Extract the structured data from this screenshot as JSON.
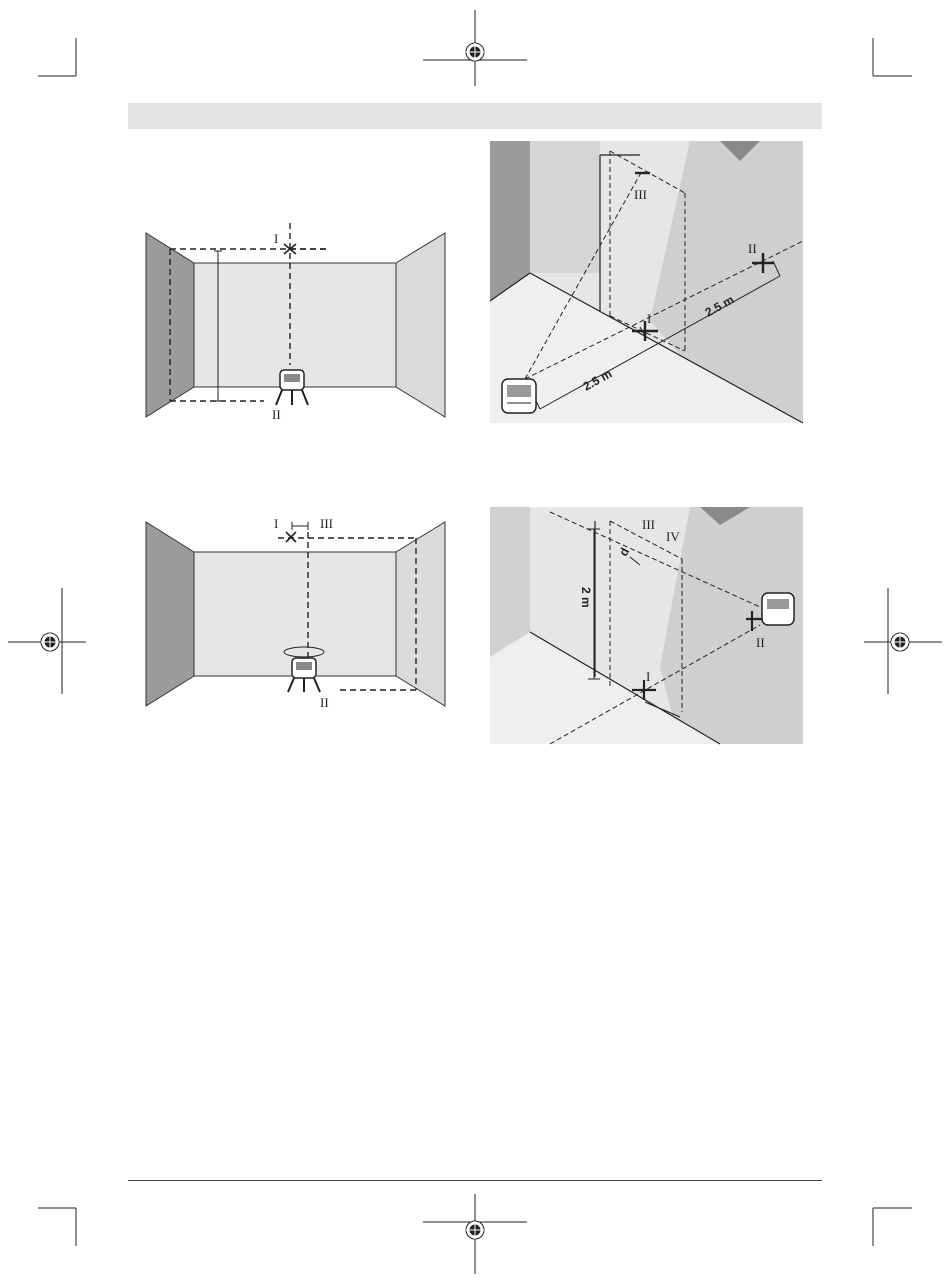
{
  "figures": {
    "fig1": {
      "label_top": "I",
      "label_bottom": "II"
    },
    "fig2": {
      "label_top": "III",
      "label_right": "II",
      "label_center": "I",
      "dist_left": "2.5 m",
      "dist_right": "2.5 m"
    },
    "fig3": {
      "label_left": "I",
      "label_right": "III",
      "label_bottom": "II"
    },
    "fig4": {
      "label_top": "III",
      "label_side": "IV",
      "label_d": "d",
      "label_height": "2 m",
      "label_right": "II",
      "label_bottom": "I"
    }
  },
  "colors": {
    "header_bar": "#e3e3e3",
    "wall_dark": "#9b9b9b",
    "wall_light": "#e6e6e6",
    "line": "#222222"
  }
}
